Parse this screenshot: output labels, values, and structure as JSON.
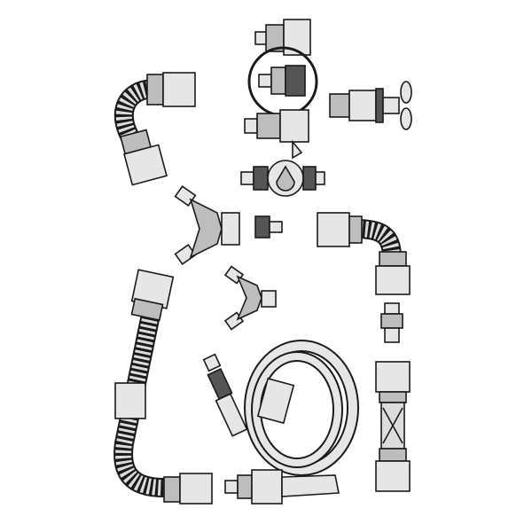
{
  "diagram": {
    "colors": {
      "outline": "#1a1a1a",
      "light": "#e6e6e6",
      "mid": "#bdbdbd",
      "dark": "#555555",
      "background": "#ffffff"
    },
    "components": [
      "tap-adapter",
      "ring-highlight",
      "threaded-tap-connector",
      "tap-with-handle",
      "tap-connector-quick",
      "flow-control-coupling",
      "curved-hose-connector",
      "y-splitter-large",
      "plug-adapter",
      "curved-hose-connector-right",
      "y-splitter-small",
      "hose-extension-long",
      "double-male-connector",
      "spray-gun-nozzle",
      "coiled-hose",
      "hose-repair-connector",
      "spray-nozzle"
    ]
  }
}
